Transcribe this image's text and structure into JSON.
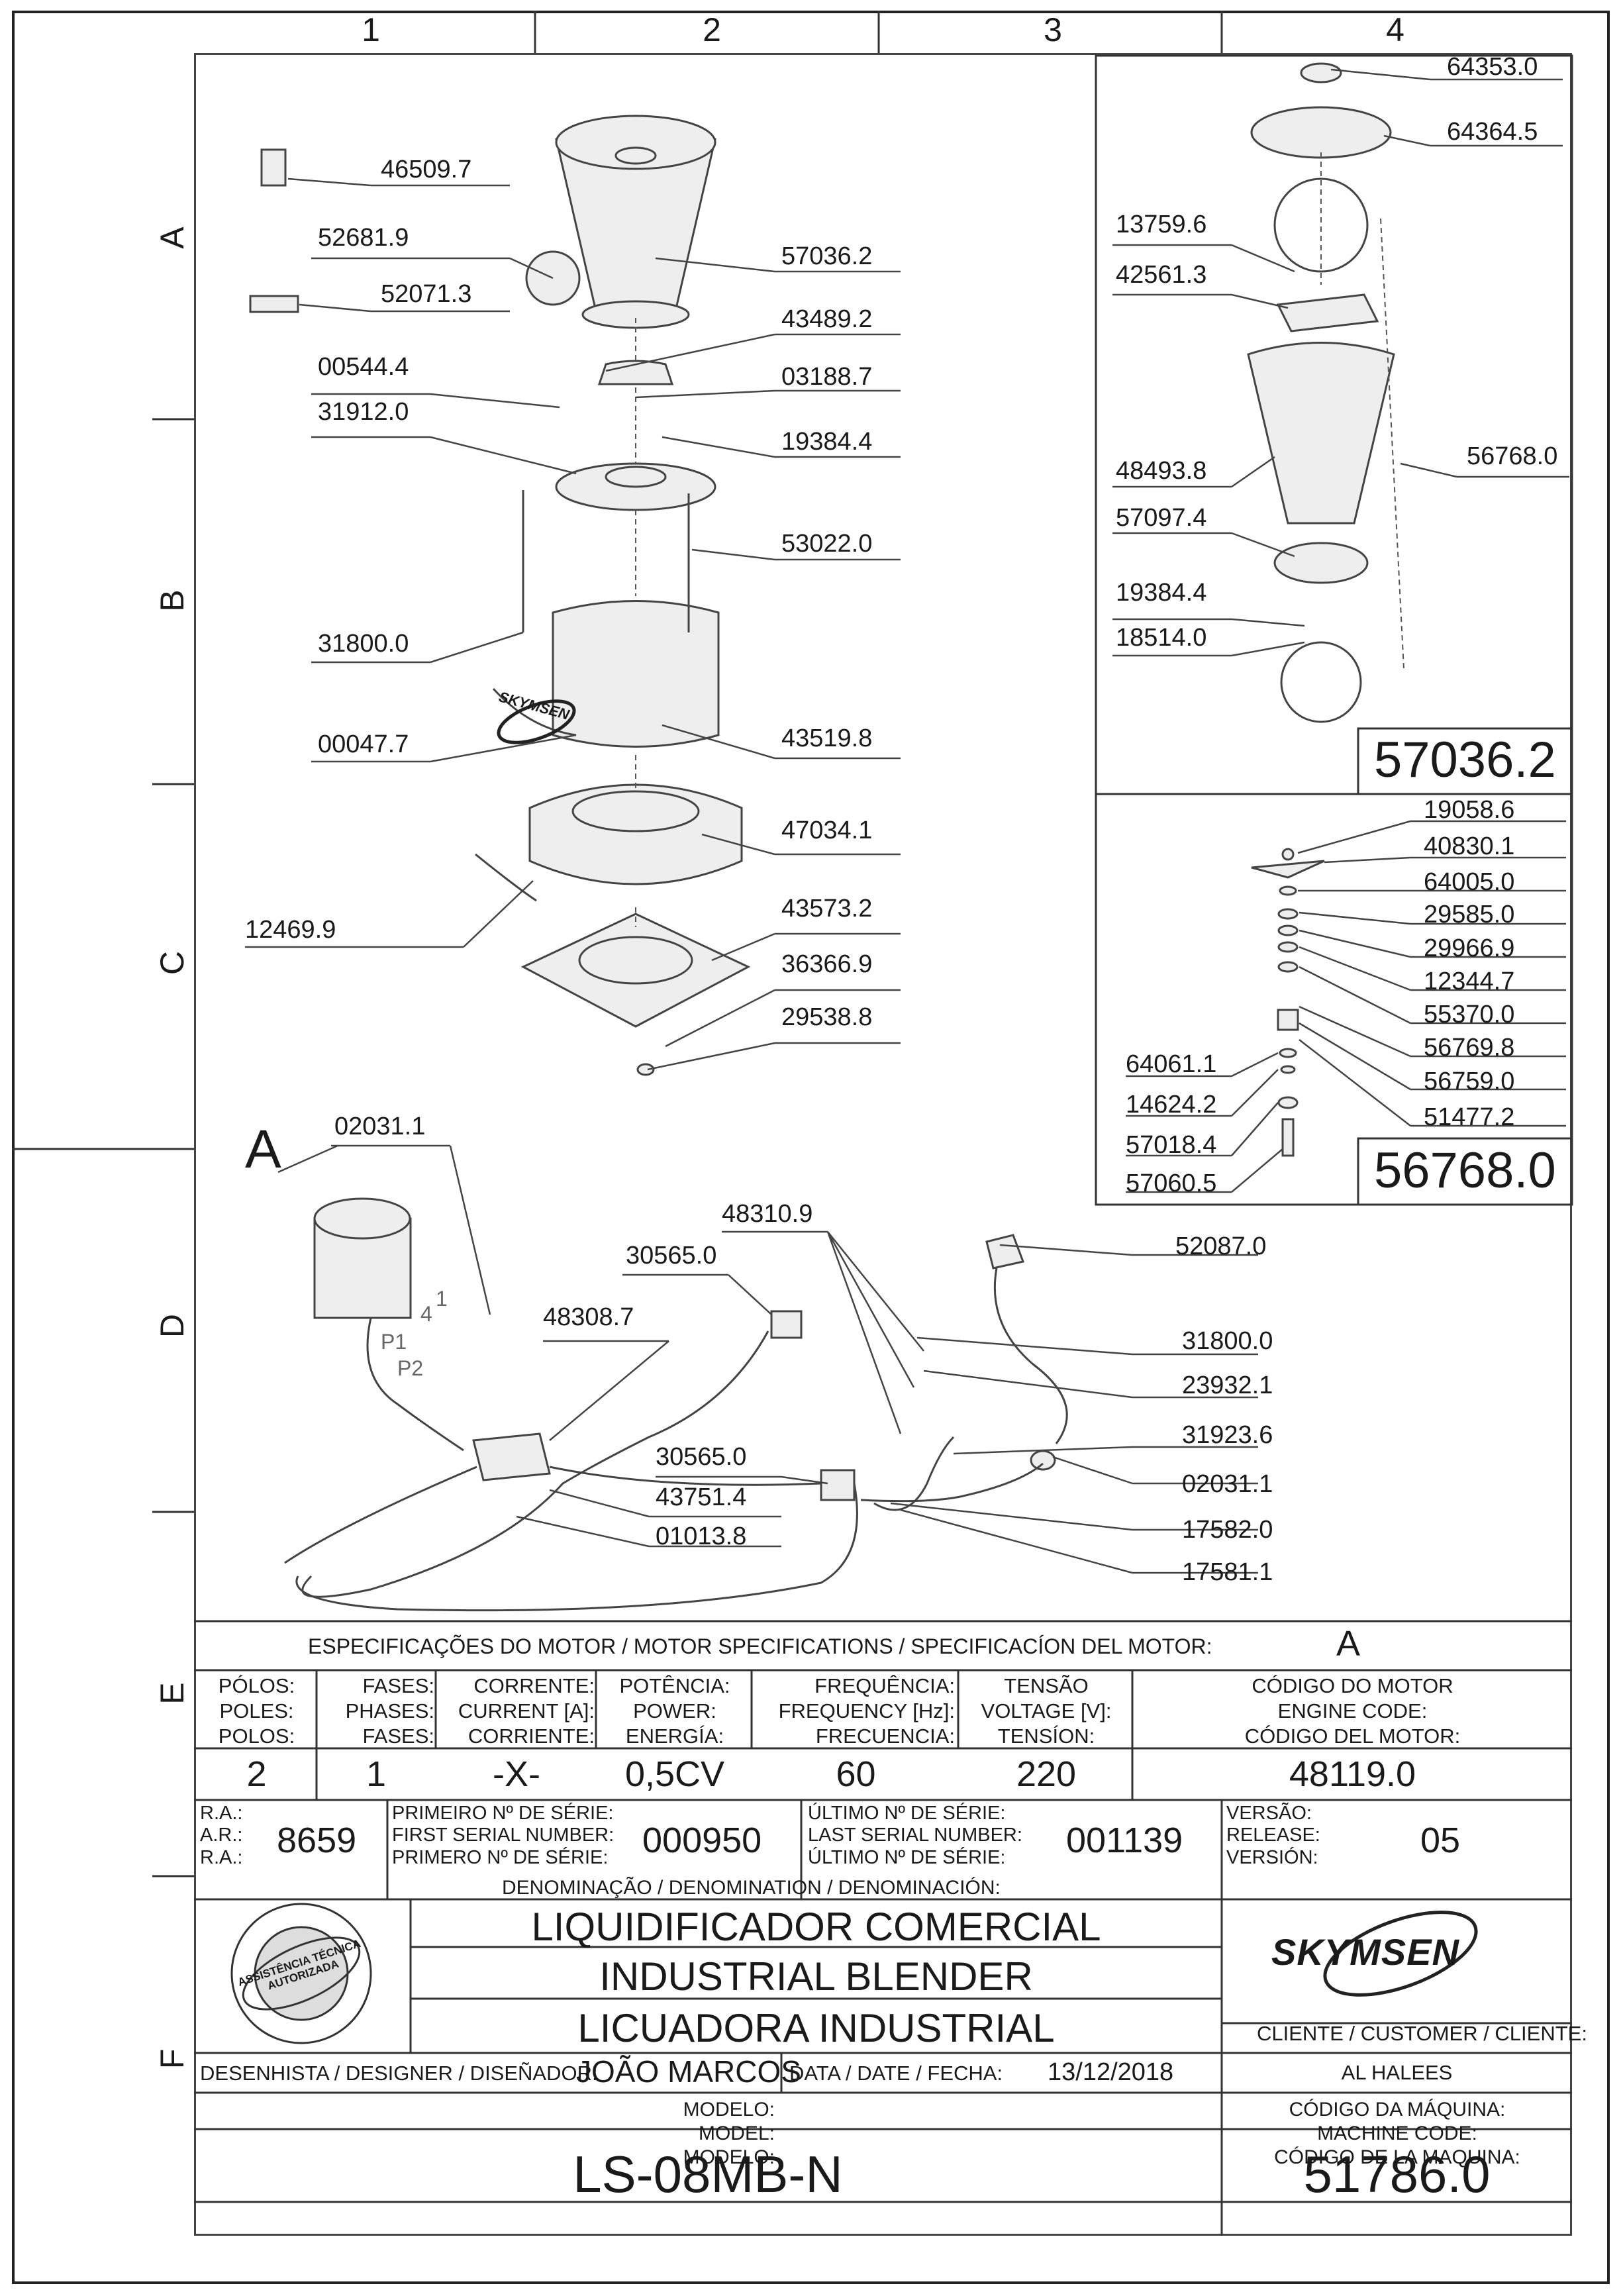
{
  "columns": [
    "1",
    "2",
    "3",
    "4"
  ],
  "rows": [
    "A",
    "B",
    "C",
    "D",
    "E",
    "F"
  ],
  "parts_main": [
    "46509.7",
    "52681.9",
    "52071.3",
    "57036.2",
    "43489.2",
    "00544.4",
    "03188.7",
    "31912.0",
    "19384.4",
    "53022.0",
    "31800.0",
    "00047.7",
    "43519.8",
    "47034.1",
    "12469.9",
    "43573.2",
    "36366.9",
    "29538.8"
  ],
  "parts_jar": [
    "64353.0",
    "64364.5",
    "13759.6",
    "42561.3",
    "56768.0",
    "48493.8",
    "57097.4",
    "19384.4",
    "18514.0"
  ],
  "jar_assembly": "57036.2",
  "parts_blade": [
    "19058.6",
    "40830.1",
    "64005.0",
    "29585.0",
    "29966.9",
    "12344.7",
    "55370.0",
    "56769.8",
    "56759.0",
    "51477.2",
    "64061.1",
    "14624.2",
    "57018.4",
    "57060.5"
  ],
  "blade_assembly": "56768.0",
  "parts_wiring": [
    "02031.1",
    "48310.9",
    "30565.0",
    "52087.0",
    "48308.7",
    "31800.0",
    "23932.1",
    "31923.6",
    "30565.0",
    "02031.1",
    "43751.4",
    "01013.8",
    "17582.0",
    "17581.1"
  ],
  "detail_label": "A",
  "motor_labels": [
    "P1",
    "P2",
    "4",
    "1"
  ],
  "brand": "SKYMSEN",
  "motor_spec": {
    "title": "ESPECIFICAÇÕES DO MOTOR / MOTOR SPECIFICATIONS / SPECIFICACÍON DEL MOTOR:",
    "ref": "A",
    "headers": [
      [
        "PÓLOS:",
        "POLES:",
        "POLOS:"
      ],
      [
        "FASES:",
        "PHASES:",
        "FASES:"
      ],
      [
        "CORRENTE:",
        "CURRENT [A]:",
        "CORRIENTE:"
      ],
      [
        "POTÊNCIA:",
        "POWER:",
        "ENERGÍA:"
      ],
      [
        "FREQUÊNCIA:",
        "FREQUENCY [Hz]:",
        "FRECUENCIA:"
      ],
      [
        "TENSÃO",
        "VOLTAGE [V]:",
        "TENSÍON:"
      ],
      [
        "CÓDIGO DO MOTOR",
        "ENGINE CODE:",
        "CÓDIGO DEL MOTOR:"
      ]
    ],
    "values": [
      "2",
      "1",
      "-X-",
      "0,5CV",
      "60",
      "220",
      "48119.0"
    ]
  },
  "ra": {
    "labels": [
      "R.A.:",
      "A.R.:",
      "R.A.:"
    ],
    "value": "8659"
  },
  "first_serial": {
    "labels": [
      "PRIMEIRO Nº DE SÉRIE:",
      "FIRST SERIAL NUMBER:",
      "PRIMERO Nº DE SÉRIE:"
    ],
    "value": "000950"
  },
  "last_serial": {
    "labels": [
      "ÚLTIMO Nº DE SÉRIE:",
      "LAST SERIAL NUMBER:",
      "ÚLTIMO Nº DE SÉRIE:"
    ],
    "value": "001139"
  },
  "version": {
    "labels": [
      "VERSÃO:",
      "RELEASE:",
      "VERSIÓN:"
    ],
    "value": "05"
  },
  "denomination_label": "DENOMINAÇÃO / DENOMINATION / DENOMINACIÓN:",
  "names": [
    "LIQUIDIFICADOR COMERCIAL",
    "INDUSTRIAL BLENDER",
    "LICUADORA INDUSTRIAL"
  ],
  "seal": {
    "top": "ASSISTÊNCIA TÉCNICA AUTORIZADA"
  },
  "client_label": "CLIENTE / CUSTOMER / CLIENTE:",
  "client": "AL HALEES",
  "designer_label": "DESENHISTA / DESIGNER / DISEÑADOR:",
  "designer": "JOÃO MARCOS",
  "date_label": "DATA / DATE / FECHA:",
  "date": "13/12/2018",
  "model_labels": [
    "MODELO:",
    "MODEL:",
    "MODELO:"
  ],
  "model": "LS-08MB-N",
  "machine_code_labels": [
    "CÓDIGO DA MÁQUINA:",
    "MACHINE CODE:",
    "CÓDIGO DE LA MAQUINA:"
  ],
  "machine_code": "51786.0"
}
